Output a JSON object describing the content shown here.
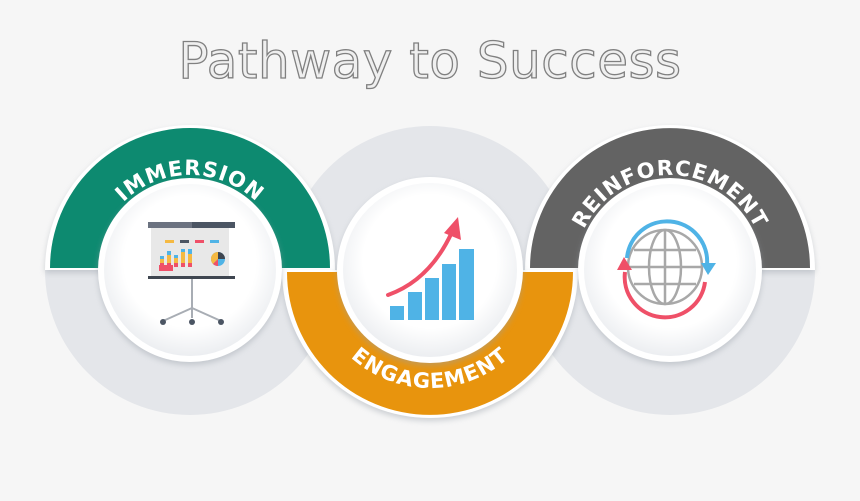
{
  "title": "Pathway to Success",
  "stages": [
    {
      "label": "IMMERSION",
      "color": "#0a8a6f",
      "icon": "presentation-board-icon"
    },
    {
      "label": "ENGAGEMENT",
      "color": "#e8940a",
      "icon": "growth-bar-chart-icon"
    },
    {
      "label": "REINFORCEMENT",
      "color": "#636363",
      "icon": "globe-cycle-icon"
    }
  ],
  "colors": {
    "background": "#f6f6f6",
    "shadow_ring": "#e4e6ea",
    "immersion": "#0a8a6f",
    "engagement": "#e8940a",
    "reinforcement": "#636363",
    "icon_blue": "#4fb3e6",
    "icon_red": "#ef5068"
  }
}
